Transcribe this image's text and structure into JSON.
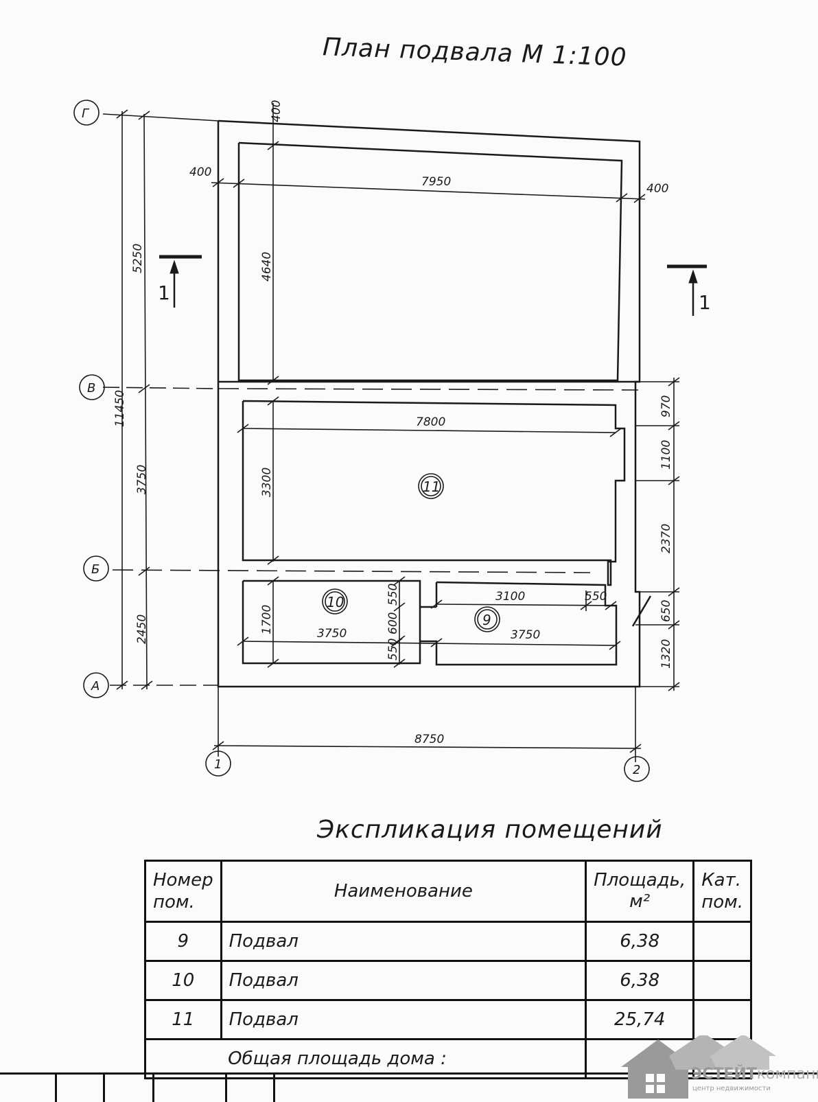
{
  "plan": {
    "title": "План подвала М 1:100",
    "axes": {
      "g": "Г",
      "v": "В",
      "b": "Б",
      "a": "А",
      "one": "1",
      "two": "2"
    },
    "section_marks": {
      "left": "1",
      "right": "1"
    },
    "dimensions": {
      "wall_top": "400",
      "wall_left": "400",
      "wall_right": "400",
      "upper_room_width": "7950",
      "upper_room_height": "4640",
      "upper_span": "5250",
      "total_height": "11450",
      "middle_span": "3750",
      "lower_span": "2450",
      "room11_width": "7800",
      "room11_height": "3300",
      "right_970": "970",
      "right_1100": "1100",
      "right_2370": "2370",
      "right_650": "650",
      "right_1320": "1320",
      "room9_top": "3100",
      "room9_step": "550",
      "room9_width": "3750",
      "room10_width": "3750",
      "room10_height": "1700",
      "partition_550a": "550",
      "partition_600": "600",
      "partition_550b": "550",
      "total_width": "8750"
    },
    "rooms": {
      "r9": "9",
      "r10": "10",
      "r11": "11"
    }
  },
  "explication": {
    "title": "Экспликация помещений",
    "headers": {
      "number_line1": "Номер",
      "number_line2": "пом.",
      "name": "Наименование",
      "area_line1": "Площадь,",
      "area_line2": "м²",
      "cat_line1": "Кат.",
      "cat_line2": "пом."
    },
    "rows": [
      {
        "number": "9",
        "name": "Подвал",
        "area": "6,38",
        "cat": ""
      },
      {
        "number": "10",
        "name": "Подвал",
        "area": "6,38",
        "cat": ""
      },
      {
        "number": "11",
        "name": "Подвал",
        "area": "25,74",
        "cat": ""
      }
    ],
    "total_label": "Общая площадь дома :"
  },
  "watermark": {
    "brand_bold": "ЭСТЕЙТ",
    "brand_rest": "компани",
    "tagline": "центр недвижимости"
  },
  "colors": {
    "ink": "#1a1a1a",
    "paper": "#fbfbfa",
    "watermark": "#9a9a9a"
  }
}
